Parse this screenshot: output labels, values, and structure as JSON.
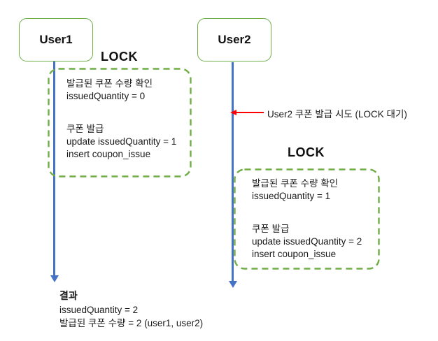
{
  "actors": [
    {
      "label": "User1"
    },
    {
      "label": "User2"
    }
  ],
  "lock_blocks": [
    {
      "label": "LOCK",
      "check_title": "발급된 쿠폰 수량 확인",
      "check_value": "issuedQuantity = 0",
      "issue_title": "쿠폰 발급",
      "issue_update": "update issuedQuantity = 1",
      "issue_insert": "insert coupon_issue"
    },
    {
      "label": "LOCK",
      "check_title": "발급된 쿠폰 수량 확인",
      "check_value": "issuedQuantity = 1",
      "issue_title": "쿠폰 발급",
      "issue_update": "update issuedQuantity = 2",
      "issue_insert": "insert coupon_issue"
    }
  ],
  "wait_annotation": "User2 쿠폰 발급 시도 (LOCK 대기)",
  "result": {
    "title": "결과",
    "line1": "issuedQuantity = 2",
    "line2": "발급된 쿠폰 수량 = 2 (user1, user2)"
  },
  "colors": {
    "lifeline_blue": "#4472C4",
    "lock_green": "#70AD47",
    "wait_arrow_red": "#FF0000",
    "text": "#1A1A1A"
  }
}
